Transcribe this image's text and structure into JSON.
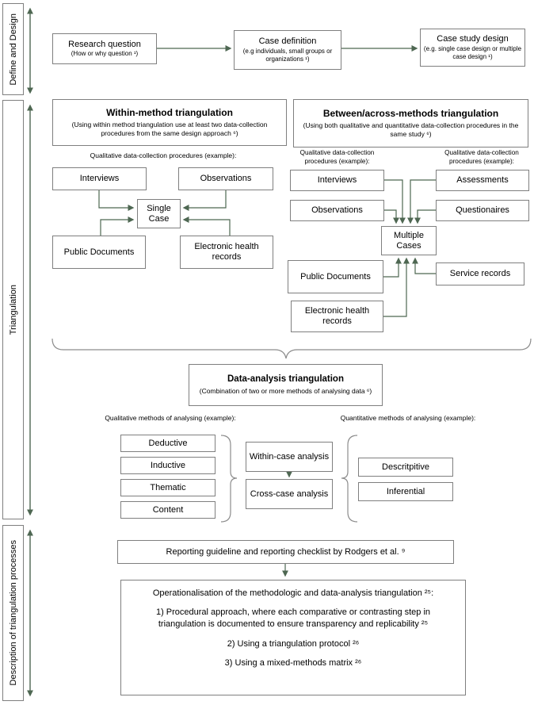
{
  "colors": {
    "arrow": "#4e6752",
    "brace": "#8c8c8c",
    "border": "#7f7f7f",
    "text": "#000000"
  },
  "sidebar": {
    "sections": [
      {
        "label": "Define and Design"
      },
      {
        "label": "Triangulation"
      },
      {
        "label": "Description of triangulation processes"
      }
    ]
  },
  "top_row": {
    "research_question": {
      "title": "Research question",
      "subtitle": "(How or why question ¹)"
    },
    "case_definition": {
      "title": "Case definition",
      "subtitle": "(e.g individuals, small groups or organizations ¹)"
    },
    "case_study_design": {
      "title": "Case study design",
      "subtitle": "(e.g. single case design or multiple case design ¹)"
    }
  },
  "within_method": {
    "title": "Within-method triangulation",
    "subtitle": "(Using within method triangulation use at least two data-collection procedures from the same design approach ⁶)",
    "group_label": "Qualitative data-collection procedures (example):",
    "boxes": {
      "interviews": "Interviews",
      "observations": "Observations",
      "single_case": "Single Case",
      "public_documents": "Public Documents",
      "ehr": "Electronic health records"
    }
  },
  "between_methods": {
    "title": "Between/across-methods triangulation",
    "subtitle": "(Using both qualitative and quantitative data-collection procedures in the same study ⁶)",
    "left_group_label": "Qualitative data-collection procedures (example):",
    "right_group_label": "Qualitative data-collection procedures (example):",
    "boxes": {
      "interviews": "Interviews",
      "observations": "Observations",
      "assessments": "Assessments",
      "questionaires": "Questionaires",
      "multiple_cases": "Multiple Cases",
      "public_documents": "Public Documents",
      "service_records": "Service records",
      "ehr": "Electronic health records"
    }
  },
  "data_analysis": {
    "title": "Data-analysis triangulation",
    "subtitle": "(Combination of two or more methods of analysing data ⁶)",
    "qual_label": "Qualitative methods of analysing (example):",
    "quant_label": "Quantitative methods of analysing (example):",
    "qual_methods": [
      "Deductive",
      "Inductive",
      "Thematic",
      "Content"
    ],
    "quant_methods": [
      "Descritpitive",
      "Inferential"
    ],
    "within_case": "Within-case analysis",
    "cross_case": "Cross-case analysis"
  },
  "reporting": {
    "text": "Reporting guideline and reporting checklist by Rodgers et al. ⁹"
  },
  "operationalisation": {
    "title": "Operationalisation of the methodologic and data-analysis triangulation ²⁵:",
    "items": [
      "1) Procedural approach, where each comparative or contrasting step in triangulation is documented to ensure transparency and replicability ²⁵",
      "2) Using a triangulation protocol ²⁶",
      "3) Using a mixed-methods matrix ²⁶"
    ]
  }
}
